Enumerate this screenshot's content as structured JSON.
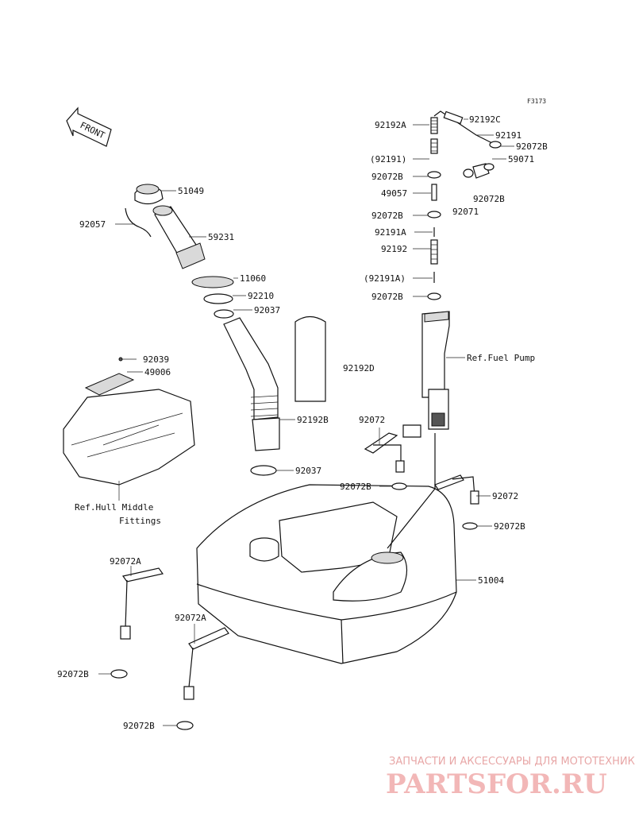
{
  "diagram": {
    "code": "F3173",
    "orientation_label": "FRONT",
    "parts": {
      "p92192C": "92192C",
      "p92192A": "92192A",
      "p92191": "92191",
      "p92072B_a": "92072B",
      "p92191_paren_a": "(92191)",
      "p59071": "59071",
      "p92072B_b": "92072B",
      "p92072B_c": "92072B",
      "p49057": "49057",
      "p92072B_d": "92072B",
      "p92071": "92071",
      "p92191A": "92191A",
      "p92192": "92192",
      "p92191A_paren": "(92191A)",
      "p92072B_e": "92072B",
      "pFuelPump": "Ref.Fuel Pump",
      "p51049": "51049",
      "p92057": "92057",
      "p59231": "59231",
      "p11060": "11060",
      "p92210": "92210",
      "p92037_a": "92037",
      "p92039": "92039",
      "p49006": "49006",
      "p92192D": "92192D",
      "p92192B": "92192B",
      "p92072_a": "92072",
      "p92037_b": "92037",
      "p92072B_f": "92072B",
      "p92072_b": "92072",
      "p92072B_g": "92072B",
      "pHull1": "Ref.Hull Middle",
      "pHull2": "Fittings",
      "p51004": "51004",
      "p92072A_a": "92072A",
      "p92072A_b": "92072A",
      "p92072B_h": "92072B",
      "p92072B_i": "92072B"
    }
  },
  "watermark": {
    "tagline": "ЗАПЧАСТИ И АКСЕССУАРЫ ДЛЯ МОТОТЕХНИКИ",
    "logo": "PARTSFOR.RU",
    "color": "#f2b7b7"
  }
}
